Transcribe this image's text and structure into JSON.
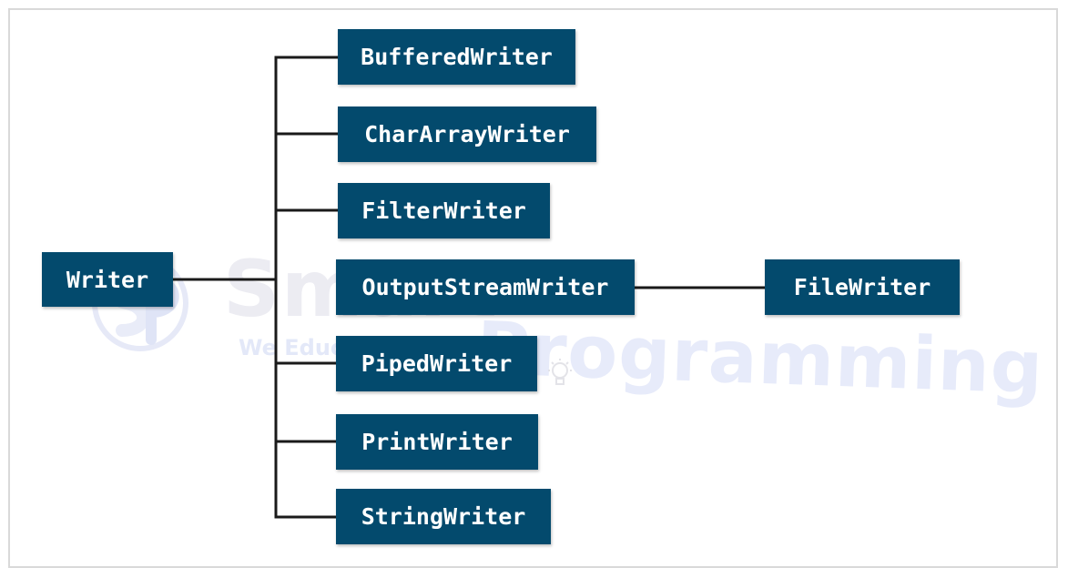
{
  "diagram": {
    "root": "Writer",
    "children": [
      "BufferedWriter",
      "CharArrayWriter",
      "FilterWriter",
      "OutputStreamWriter",
      "PipedWriter",
      "PrintWriter",
      "StringWriter"
    ],
    "grandchild": "FileWriter"
  },
  "watermark": {
    "line1": "Smart",
    "line2": "Programming",
    "tagline": "We Educate"
  },
  "colors": {
    "node_fill": "#034a6d",
    "node_text": "#ffffff",
    "connector": "#1a1a1a",
    "frame_border": "#d9d9d9"
  }
}
